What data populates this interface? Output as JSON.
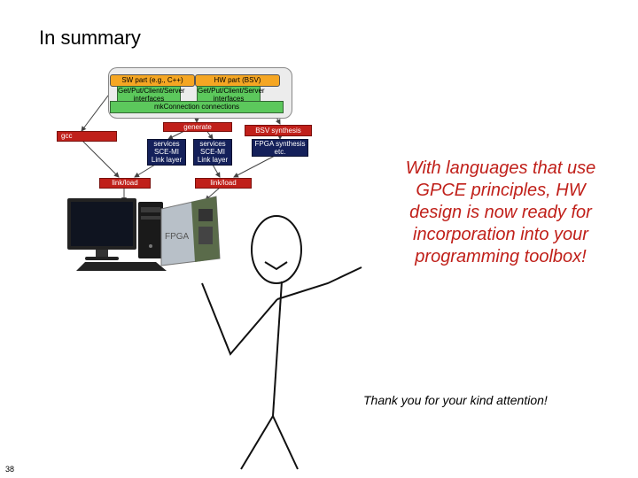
{
  "slide": {
    "title": "In summary",
    "slide_number": "38"
  },
  "diagram": {
    "sw_part": "SW part (e.g., C++)",
    "hw_part": "HW part (BSV)",
    "sw_interfaces": "Get/Put/Client/Server interfaces",
    "hw_interfaces": "Get/Put/Client/Server interfaces",
    "connections": "mkConnection connections",
    "generate": "generate",
    "gcc": "gcc",
    "bsv_synthesis": "BSV synthesis",
    "services_left": "services SCE-MI Link layer",
    "services_right": "services SCE-MI Link layer",
    "fpga_synthesis": "FPGA synthesis etc.",
    "link_load_left": "link/load",
    "link_load_right": "link/load",
    "fpga_board_label": "FPGA"
  },
  "message": {
    "main": "With languages that use GPCE principles, HW design is now ready for incorporation into your programming toolbox!",
    "thanks": "Thank you for your kind attention!"
  },
  "colors": {
    "message_red": "#c0201a",
    "orange": "#f5a623",
    "green": "#5cc85c",
    "navy": "#14205a"
  }
}
